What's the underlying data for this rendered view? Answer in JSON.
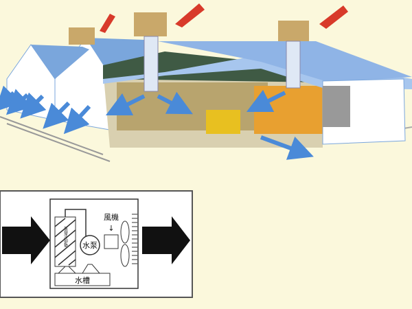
{
  "diagram": {
    "labels": {
      "fan": "風機",
      "pump": "水泵",
      "tank": "水槽",
      "pad": "蒸發冷卻墊"
    },
    "colors": {
      "background": "#fbf8dc",
      "roof": "#7aa6dc",
      "wall": "#ffffff",
      "air_arrow": "#4a8ad8",
      "hot_arrow": "#d83a2a",
      "fan_box": "#c9a86a",
      "orange_wall": "#e8a030"
    }
  }
}
